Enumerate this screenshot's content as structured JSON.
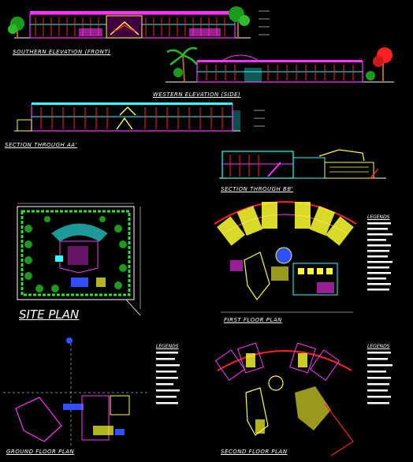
{
  "labels": {
    "southern_elevation": "SOUTHERN ELEVATION (FRONT)",
    "western_elevation": "WESTERN ELEVATION (SIDE)",
    "section_aa": "SECTION THROUGH AA'",
    "section_bb": "SECTION THROUGH BB'",
    "site_plan": "SITE PLAN",
    "first_floor": "FIRST FLOOR PLAN",
    "ground_floor": "GROUND FLOOR PLAN",
    "second_floor": "SECOND FLOOR PLAN",
    "legends_1": "LEGENDS",
    "legends_2": "LEGENDS",
    "legends_3": "LEGENDS"
  },
  "colors": {
    "background": "#000000",
    "magenta": "#ff33ff",
    "red": "#ff2020",
    "cyan": "#30ffff",
    "yellow": "#ffff30",
    "green": "#30e030",
    "blue": "#3050ff",
    "white": "#ffffff"
  }
}
